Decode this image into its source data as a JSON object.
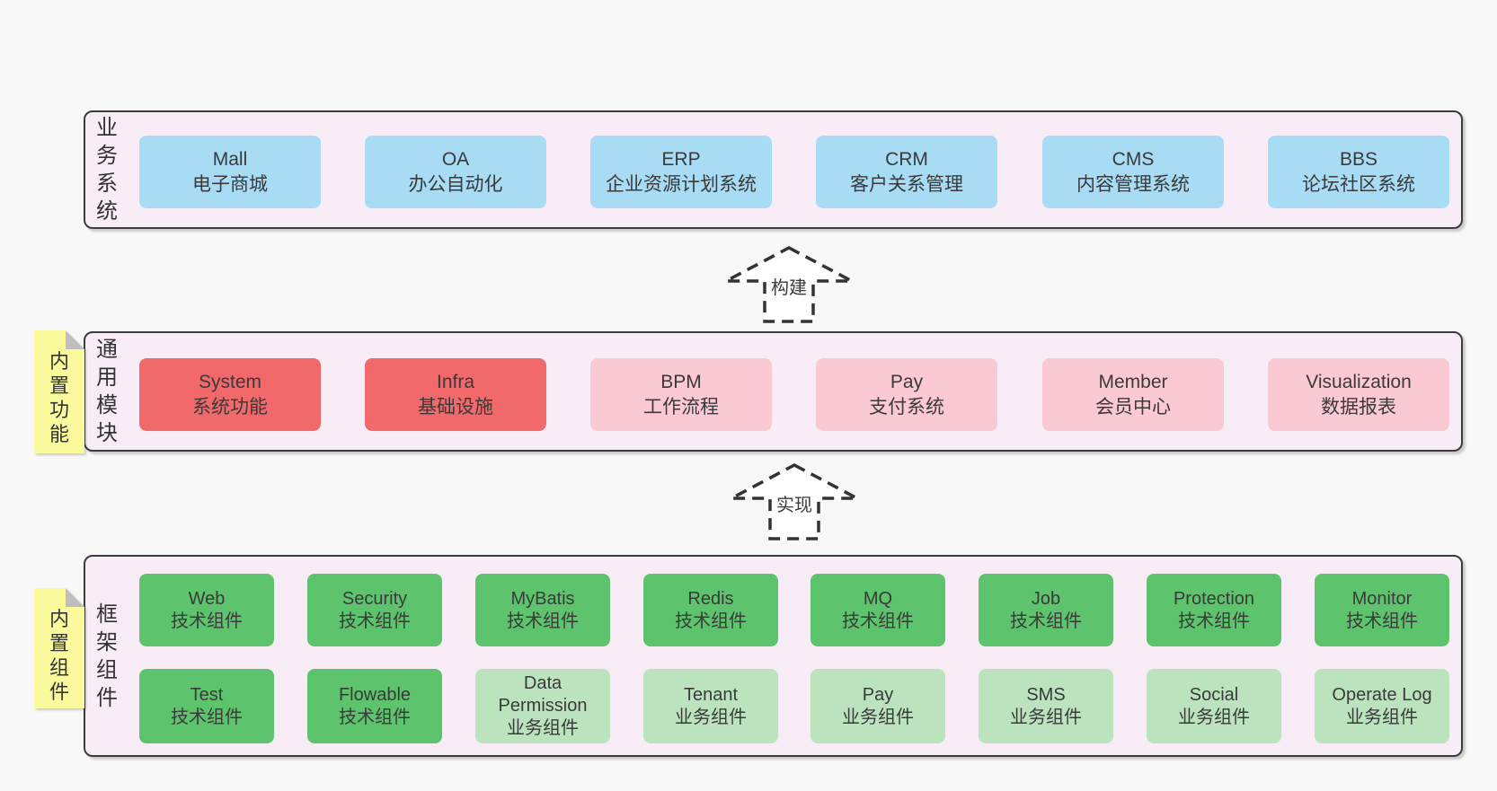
{
  "palette": {
    "bg": "#f8f8f8",
    "band": "#f8edf6",
    "border": "#3c3c3c",
    "text": "#3a3a3a",
    "blue": "#a8dcf4",
    "red": "#f2696c",
    "pink": "#fbc9d3",
    "green1": "#5dc36c",
    "green2": "#bbe4be",
    "yellow": "#fbfb9e",
    "fold": "#bebebe"
  },
  "bands": [
    {
      "label": "业务系统",
      "boxes": [
        {
          "title": "Mall",
          "subtitle": "电子商城"
        },
        {
          "title": "OA",
          "subtitle": "办公自动化"
        },
        {
          "title": "ERP",
          "subtitle": "企业资源计划系统"
        },
        {
          "title": "CRM",
          "subtitle": "客户关系管理"
        },
        {
          "title": "CMS",
          "subtitle": "内容管理系统"
        },
        {
          "title": "BBS",
          "subtitle": "论坛社区系统"
        }
      ]
    },
    {
      "label": "通用模块",
      "note": "内置功能",
      "boxes": [
        {
          "title": "System",
          "subtitle": "系统功能"
        },
        {
          "title": "Infra",
          "subtitle": "基础设施"
        },
        {
          "title": "BPM",
          "subtitle": "工作流程"
        },
        {
          "title": "Pay",
          "subtitle": "支付系统"
        },
        {
          "title": "Member",
          "subtitle": "会员中心"
        },
        {
          "title": "Visualization",
          "subtitle": "数据报表"
        }
      ]
    },
    {
      "label": "框架组件",
      "note": "内置组件",
      "rows": [
        [
          {
            "title": "Web",
            "subtitle": "技术组件"
          },
          {
            "title": "Security",
            "subtitle": "技术组件"
          },
          {
            "title": "MyBatis",
            "subtitle": "技术组件"
          },
          {
            "title": "Redis",
            "subtitle": "技术组件"
          },
          {
            "title": "MQ",
            "subtitle": "技术组件"
          },
          {
            "title": "Job",
            "subtitle": "技术组件"
          },
          {
            "title": "Protection",
            "subtitle": "技术组件"
          },
          {
            "title": "Monitor",
            "subtitle": "技术组件"
          }
        ],
        [
          {
            "title": "Test",
            "subtitle": "技术组件"
          },
          {
            "title": "Flowable",
            "subtitle": "技术组件"
          },
          {
            "title": "Data Permission",
            "subtitle": "业务组件"
          },
          {
            "title": "Tenant",
            "subtitle": "业务组件"
          },
          {
            "title": "Pay",
            "subtitle": "业务组件"
          },
          {
            "title": "SMS",
            "subtitle": "业务组件"
          },
          {
            "title": "Social",
            "subtitle": "业务组件"
          },
          {
            "title": "Operate Log",
            "subtitle": "业务组件"
          }
        ]
      ]
    }
  ],
  "arrows": [
    {
      "label": "构建"
    },
    {
      "label": "实现"
    }
  ]
}
